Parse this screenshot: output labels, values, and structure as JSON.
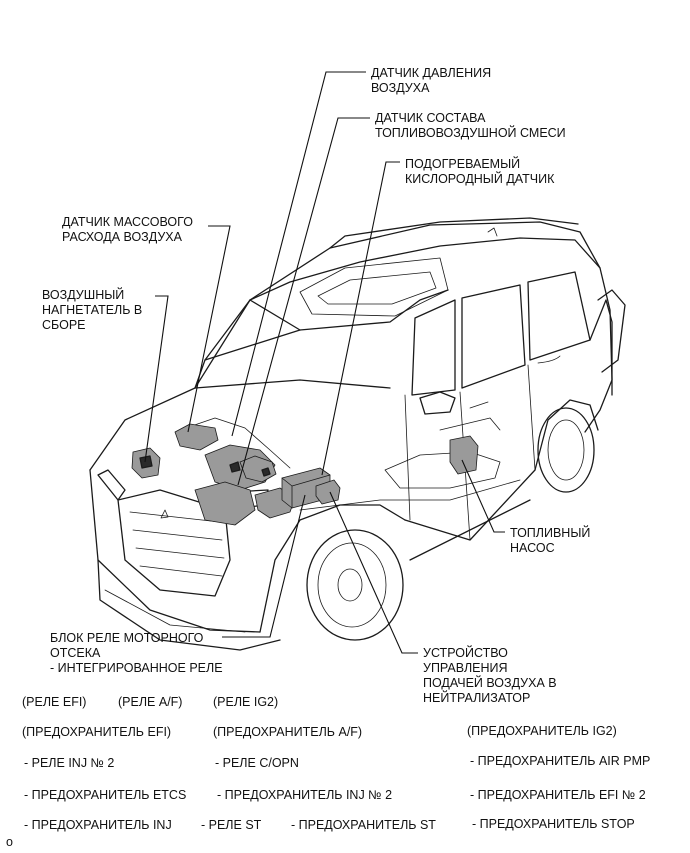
{
  "labels": {
    "air_pressure_sensor": [
      "ДАТЧИК ДАВЛЕНИЯ",
      "ВОЗДУХА"
    ],
    "air_fuel_sensor": [
      "ДАТЧИК СОСТАВА",
      "ТОПЛИВОВОЗДУШНОЙ СМЕСИ"
    ],
    "heated_oxygen_sensor": [
      "ПОДОГРЕВАЕМЫЙ",
      "КИСЛОРОДНЫЙ ДАТЧИК"
    ],
    "mass_air_flow_sensor": [
      "ДАТЧИК МАССОВОГО",
      "РАСХОДА ВОЗДУХА"
    ],
    "air_pump_assembly": [
      "ВОЗДУШНЫЙ",
      "НАГНЕТАТЕЛЬ В",
      "СБОРЕ"
    ],
    "fuel_pump": [
      "ТОПЛИВНЫЙ",
      "НАСОС"
    ],
    "engine_room_relay_block": [
      "БЛОК РЕЛЕ МОТОРНОГО",
      "ОТСЕКА",
      "- ИНТЕГРИРОВАННОЕ РЕЛЕ"
    ],
    "air_injection_control": [
      "УСТРОЙСТВО",
      "УПРАВЛЕНИЯ",
      "ПОДАЧЕЙ ВОЗДУХА В",
      "НЕЙТРАЛИЗАТОР"
    ]
  },
  "relay_items": {
    "row1": [
      "(РЕЛЕ EFI)",
      "(РЕЛЕ A/F)",
      "(РЕЛЕ IG2)"
    ],
    "row2": [
      "(ПРЕДОХРАНИТЕЛЬ EFI)",
      "(ПРЕДОХРАНИТЕЛЬ A/F)",
      "(ПРЕДОХРАНИТЕЛЬ IG2)"
    ],
    "row3": [
      "- РЕЛЕ  INJ № 2",
      "- РЕЛЕ C/OPN",
      "- ПРЕДОХРАНИТЕЛЬ AIR PMP"
    ],
    "row4": [
      "- ПРЕДОХРАНИТЕЛЬ ETCS",
      "- ПРЕДОХРАНИТЕЛЬ INJ № 2",
      "- ПРЕДОХРАНИТЕЛЬ EFI № 2"
    ],
    "row5": [
      "- ПРЕДОХРАНИТЕЛЬ INJ",
      "- РЕЛЕ ST",
      "- ПРЕДОХРАНИТЕЛЬ ST",
      "- ПРЕДОХРАНИТЕЛЬ STOP"
    ]
  },
  "footer_mark": "o"
}
